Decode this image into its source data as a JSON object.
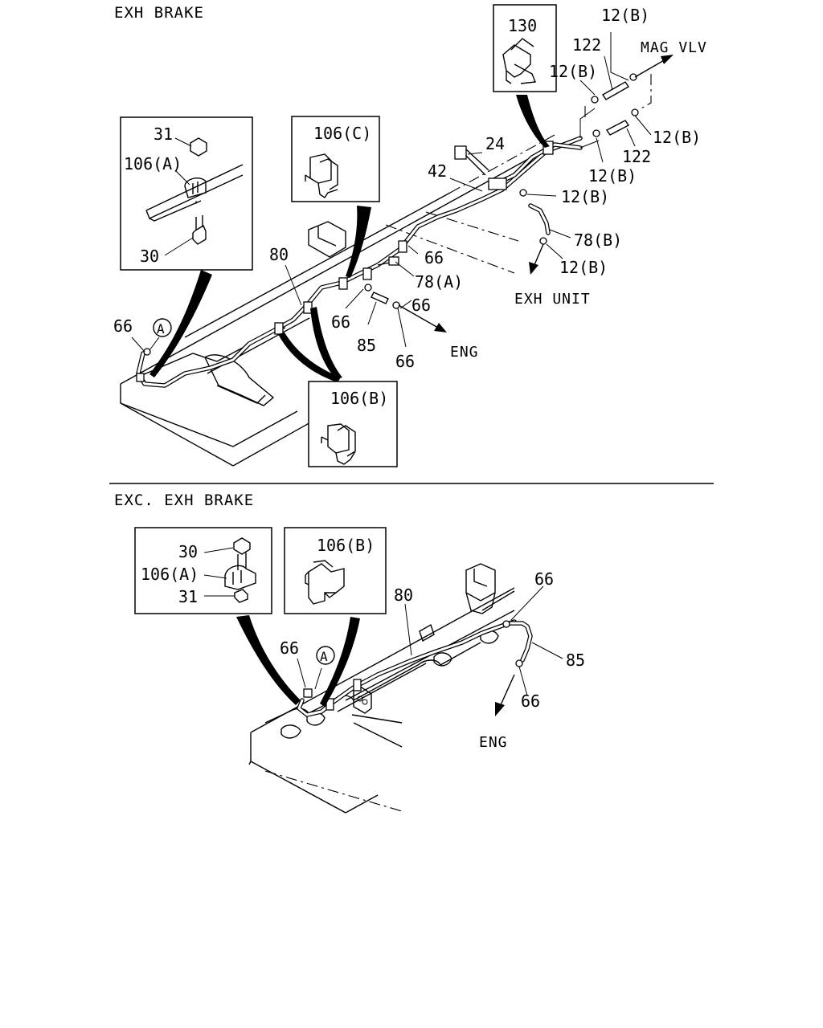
{
  "sections": {
    "top_title": "EXH BRAKE",
    "bottom_title": "EXC. EXH BRAKE"
  },
  "destinations": {
    "mag_vlv": "MAG VLV",
    "exh_unit": "EXH UNIT",
    "eng_top": "ENG",
    "eng_bottom": "ENG"
  },
  "top_labels": {
    "l130": "130",
    "l12b_a": "12(B)",
    "l122_a": "122",
    "l12b_b": "12(B)",
    "l12b_c": "12(B)",
    "l122_b": "122",
    "l12b_d": "12(B)",
    "l24": "24",
    "l42": "42",
    "l12b_e": "12(B)",
    "l78b": "78(B)",
    "l12b_f": "12(B)",
    "l106c": "106(C)",
    "l31": "31",
    "l106a": "106(A)",
    "l30": "30",
    "l80": "80",
    "l66_a": "66",
    "l78a": "78(A)",
    "l66_b": "66",
    "l66_c": "66",
    "l85": "85",
    "l66_d": "66",
    "l66_e": "66",
    "lA": "A",
    "l106b": "106(B)"
  },
  "bottom_labels": {
    "l30": "30",
    "l106a": "106(A)",
    "l31": "31",
    "l106b": "106(B)",
    "l80": "80",
    "l66_a": "66",
    "l85": "85",
    "l66_b": "66",
    "l66_c": "66",
    "lA": "A"
  }
}
